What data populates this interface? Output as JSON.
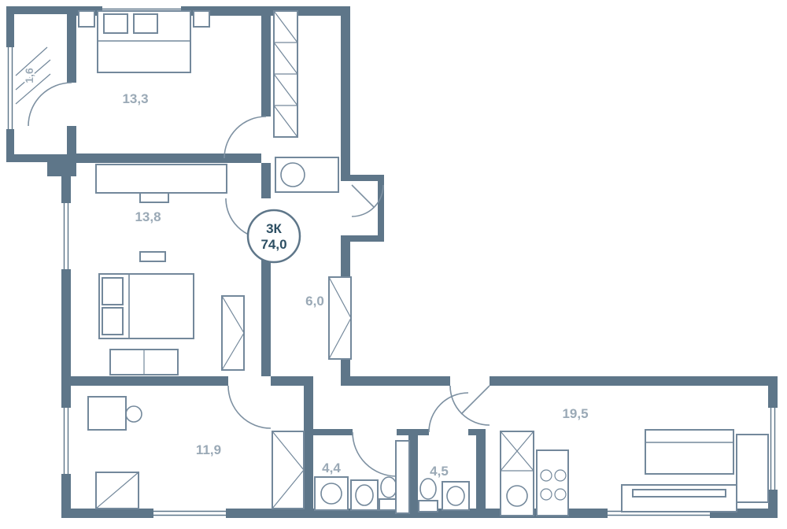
{
  "plan": {
    "badge": {
      "type": "3К",
      "area": "74,0"
    },
    "rooms": [
      {
        "name": "bedroom-top",
        "area": "13,3"
      },
      {
        "name": "bedroom-middle",
        "area": "13,8"
      },
      {
        "name": "bedroom-bottom",
        "area": "11,9"
      },
      {
        "name": "hallway",
        "area": "6,0"
      },
      {
        "name": "bathroom",
        "area": "4,4"
      },
      {
        "name": "wc",
        "area": "4,5"
      },
      {
        "name": "kitchen-living",
        "area": "19,5"
      },
      {
        "name": "balcony",
        "area": "1,6"
      }
    ],
    "colors": {
      "wall": "#5e7689",
      "furniture": "#73889b",
      "door_arc": "#7d90a1",
      "room_label": "#9aa9b6",
      "badge_text": "#2d4f63",
      "background": "#ffffff"
    }
  }
}
